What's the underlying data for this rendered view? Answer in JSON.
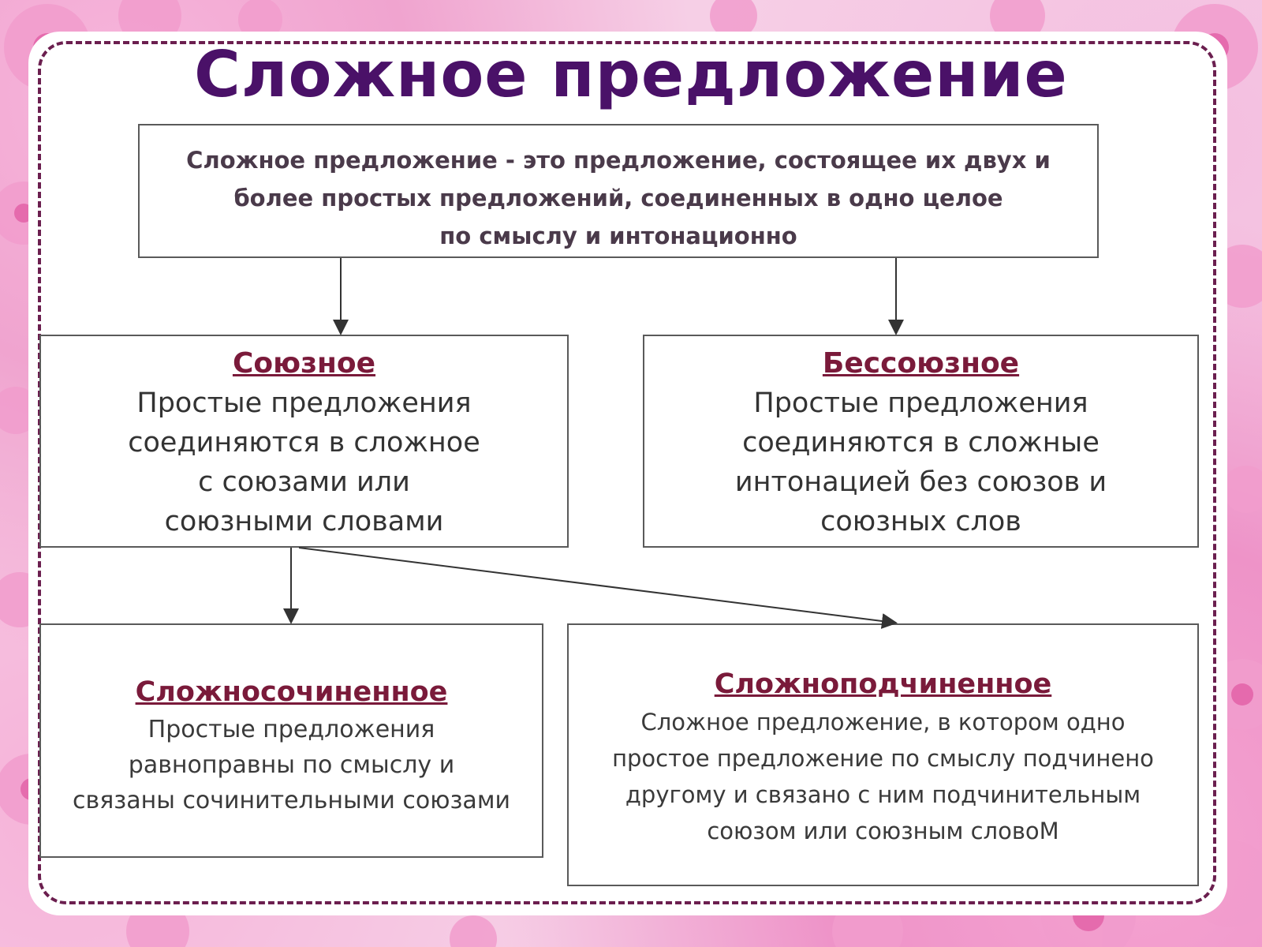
{
  "title": "Сложное предложение",
  "definition": "Сложное предложение - это предложение, состоящее их двух и\nболее простых предложений, соединенных в одно целое\nпо смыслу и интонационно",
  "conjunctive": {
    "heading": "Союзное",
    "text": "Простые предложения\nсоединяются в сложное\nс союзами или\nсоюзными словами"
  },
  "nonconjunctive": {
    "heading": "Бессоюзное",
    "text": "Простые предложения\nсоединяются в сложные\nинтонацией без союзов и\nсоюзных слов"
  },
  "compound": {
    "heading": "Сложносочиненное",
    "text": "Простые предложения\nравноправны по смыслу и\nсвязаны сочинительными союзами"
  },
  "complex": {
    "heading": "Сложноподчиненное",
    "text": "Сложное предложение, в котором одно\nпростое предложение по смыслу подчинено\nдругому и связано с ним подчинительным\nсоюзом или союзным словоМ"
  },
  "colors": {
    "title": "#4a1168",
    "heading": "#7a1a3a",
    "frame": "#6b1f4f"
  }
}
